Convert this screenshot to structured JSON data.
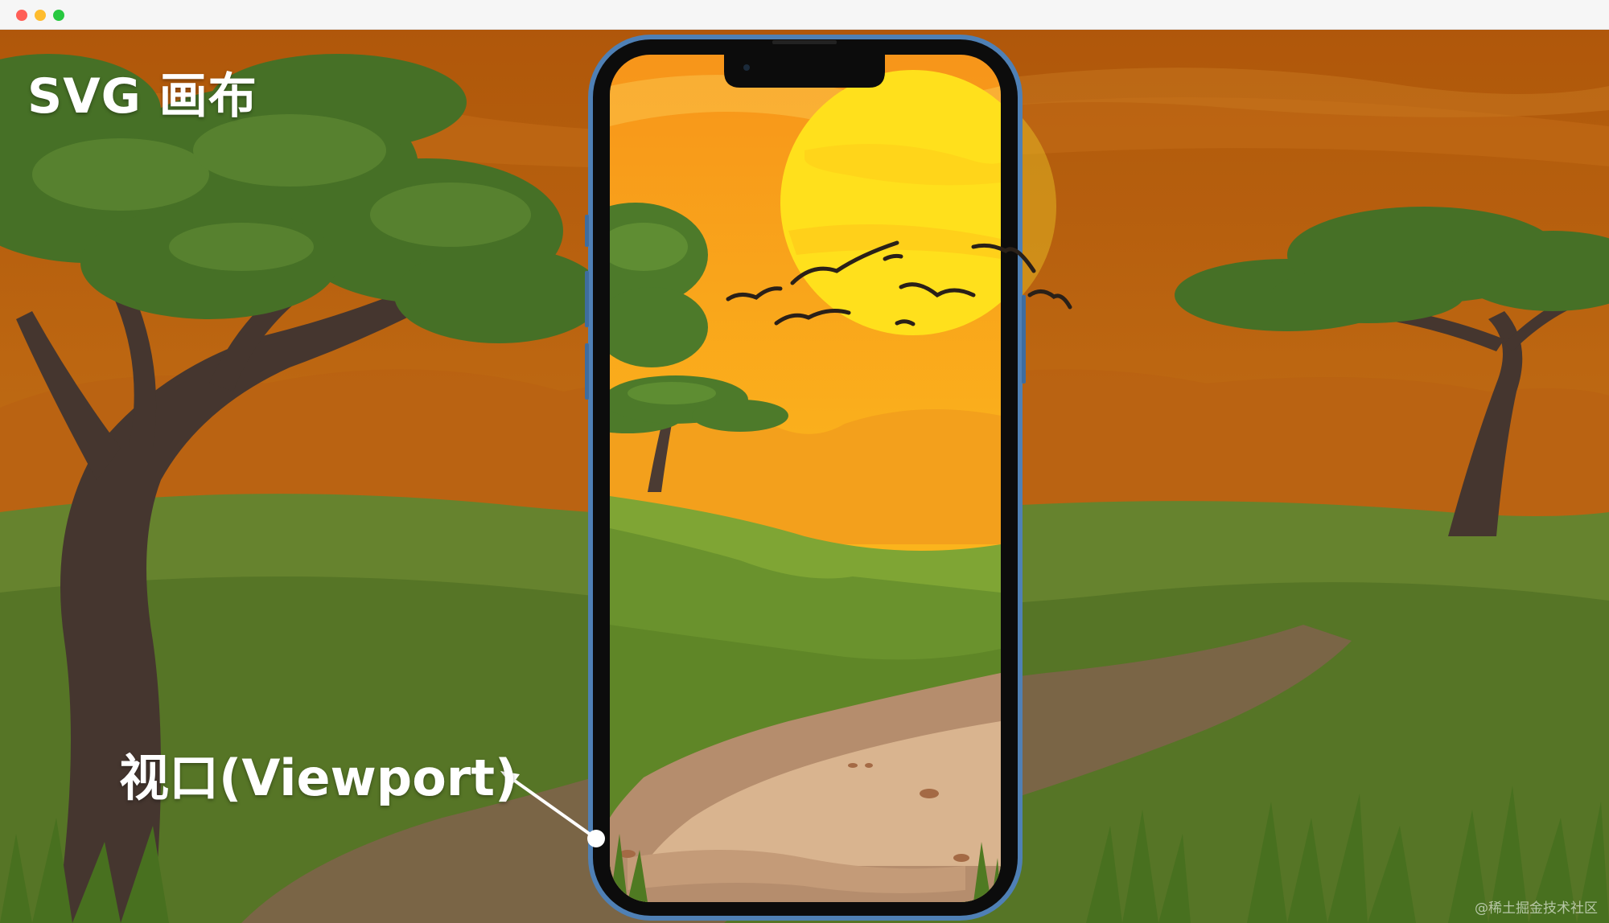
{
  "window": {
    "controls": [
      {
        "name": "close",
        "color": "#ff5f57"
      },
      {
        "name": "minimize",
        "color": "#febc2e"
      },
      {
        "name": "maximize",
        "color": "#28c840"
      }
    ]
  },
  "labels": {
    "canvas_title": "SVG 画布",
    "viewport": "视口(Viewport)",
    "watermark": "@稀土掘金技术社区"
  },
  "scene": {
    "sky_top": "#c8670e",
    "sky_bottom": "#e38a1f",
    "sun": "#ffd21a",
    "grass_far": "#7a9a38",
    "grass_near": "#5e7f2a",
    "path": "#a4806a",
    "path_light": "#d7b08c",
    "foliage": "#4e7a2c",
    "trunk": "#4b3b33",
    "bird": "#2a2018"
  },
  "phone": {
    "frame_color": "#4f80b5",
    "bezel_color": "#0c0c0c"
  },
  "arrow": {
    "color": "#ffffff"
  }
}
